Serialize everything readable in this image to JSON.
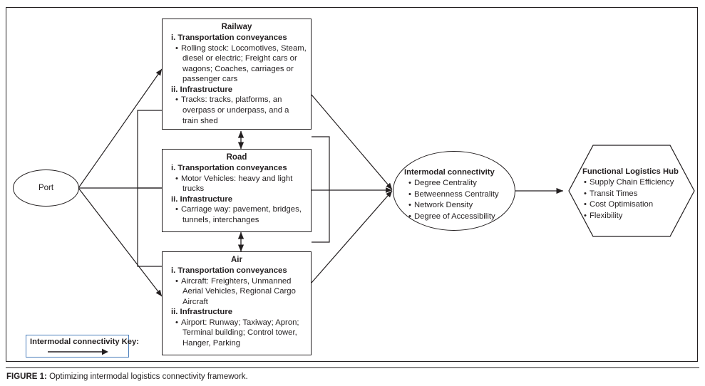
{
  "figure": {
    "caption_label": "FIGURE 1:",
    "caption_text": " Optimizing intermodal logistics connectivity framework."
  },
  "colors": {
    "stroke": "#231f20",
    "legend_border": "#4a7ebb",
    "background": "#ffffff"
  },
  "port": {
    "label": "Port"
  },
  "modes": [
    {
      "id": "railway",
      "title": "Railway",
      "sections": [
        {
          "heading": "i. Transportation conveyances",
          "bullets": [
            "Rolling stock: Locomotives, Steam, diesel or electric; Freight cars or wagons; Coaches, carriages or passenger cars"
          ]
        },
        {
          "heading": "ii. Infrastructure",
          "bullets": [
            "Tracks: tracks, platforms, an overpass or underpass, and a train shed"
          ]
        }
      ]
    },
    {
      "id": "road",
      "title": "Road",
      "sections": [
        {
          "heading": "i. Transportation conveyances",
          "bullets": [
            "Motor Vehicles: heavy and light trucks"
          ]
        },
        {
          "heading": "ii. Infrastructure",
          "bullets": [
            "Carriage way: pavement, bridges, tunnels, interchanges"
          ]
        }
      ]
    },
    {
      "id": "air",
      "title": "Air",
      "sections": [
        {
          "heading": "i. Transportation conveyances",
          "bullets": [
            "Aircraft: Freighters, Unmanned Aerial Vehicles, Regional Cargo Aircraft"
          ]
        },
        {
          "heading": "ii. Infrastructure",
          "bullets": [
            "Airport: Runway; Taxiway; Apron; Terminal building; Control tower, Hanger, Parking"
          ]
        }
      ]
    }
  ],
  "intermodal": {
    "title": "Intermodal connectivity",
    "bullets": [
      "Degree Centrality",
      "Betweenness Centrality",
      "Network Density",
      "Degree of Accessibility"
    ]
  },
  "hub": {
    "title": "Functional Logistics Hub",
    "bullets": [
      "Supply Chain Efficiency",
      "Transit Times",
      "Cost Optimisation",
      "Flexibility"
    ]
  },
  "legend": {
    "title": "Intermodal connectivity Key:",
    "arrow_icon": "right-arrow-icon"
  }
}
